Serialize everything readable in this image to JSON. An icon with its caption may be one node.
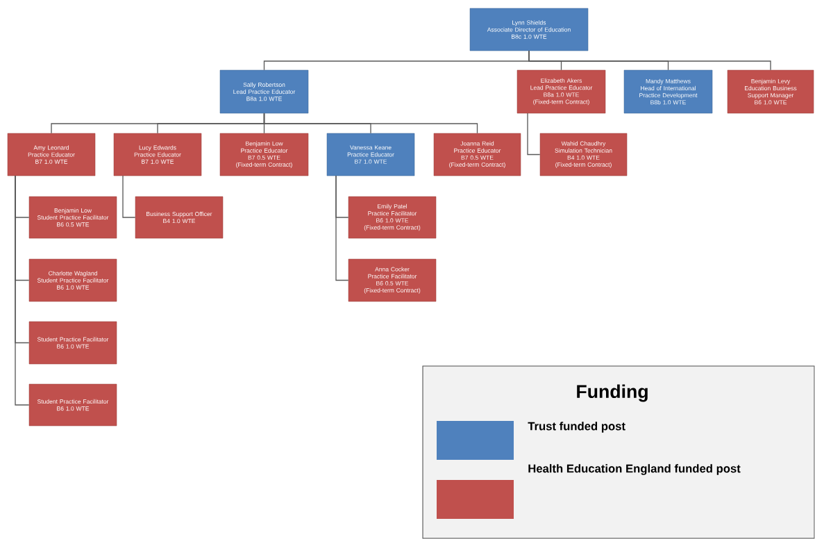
{
  "diagram": {
    "nodes": [
      {
        "text": [
          "Lynn Shields",
          "Associate Director of Education",
          "B8c 1.0 WTE"
        ]
      },
      {
        "text": [
          "Sally Robertson",
          "Lead Practice Educator",
          "B8a 1.0 WTE"
        ]
      },
      {
        "text": [
          "Elizabeth Akers",
          "Lead Practice Educator",
          "B8a 1.0 WTE",
          "(Fixed-term Contract)"
        ]
      },
      {
        "text": [
          "Mandy Matthews",
          "Head of International Practice Development",
          "B8b 1.0 WTE"
        ]
      },
      {
        "text": [
          "Benjamin Levy",
          "Education Business Support Manager",
          "B6 1.0 WTE"
        ]
      },
      {
        "text": [
          "Amy Leonard",
          "Practice Educator",
          "B7 1.0 WTE"
        ]
      },
      {
        "text": [
          "Lucy Edwards",
          "Practice Educator",
          "B7 1.0 WTE"
        ]
      },
      {
        "text": [
          "Benjamin Low",
          "Practice Educator",
          "B7 0.5 WTE",
          "(Fixed-term Contract)"
        ]
      },
      {
        "text": [
          "Vanessa Keane",
          "Practice Educator",
          "B7 1.0 WTE"
        ]
      },
      {
        "text": [
          "Joanna Reid",
          "Practice Educator",
          "B7 0.5 WTE",
          "(Fixed-term Contract)"
        ]
      },
      {
        "text": [
          "Wahid Chaudhry",
          "Simulation Technician",
          "B4 1.0 WTE",
          "(Fixed-term Contract)"
        ]
      },
      {
        "text": [
          "Benjamin Low",
          "Student Practice Facilitator",
          "B6 0.5 WTE"
        ]
      },
      {
        "text": [
          "Charlotte Wagland",
          "Student Practice Facilitator",
          "B6 1.0 WTE"
        ]
      },
      {
        "text": [
          "Student Practice Facilitator",
          "B6 1.0 WTE"
        ]
      },
      {
        "text": [
          "Student Practice Facilitator",
          "B6 1.0 WTE"
        ]
      },
      {
        "text": [
          "Business Support Officer",
          "B4 1.0 WTE"
        ]
      },
      {
        "text": [
          "Emily Patel",
          "Practice Facilitator",
          "B6 1.0 WTE",
          "(Fixed-term Contract)"
        ]
      },
      {
        "text": [
          "Anna Cocker",
          "Practice Facilitator",
          "B6 0.5 WTE",
          "(Fixed-term Contract)"
        ]
      }
    ],
    "edges": [
      {
        "from": 0,
        "to": 1,
        "arrow": "none"
      },
      {
        "from": 0,
        "to": 2,
        "arrow": "none"
      },
      {
        "from": 0,
        "to": 3,
        "arrow": "none"
      },
      {
        "from": 0,
        "to": 4,
        "arrow": "none"
      },
      {
        "from": 1,
        "to": 5,
        "arrow": "none"
      },
      {
        "from": 1,
        "to": 6,
        "arrow": "none"
      },
      {
        "from": 1,
        "to": 7,
        "arrow": "none"
      },
      {
        "from": 1,
        "to": 8,
        "arrow": "none"
      },
      {
        "from": 1,
        "to": 9,
        "arrow": "none"
      },
      {
        "from": 2,
        "to": 10,
        "arrow": "none"
      },
      {
        "from": 5,
        "to": 11,
        "arrow": "none"
      },
      {
        "from": 5,
        "to": 12,
        "arrow": "none"
      },
      {
        "from": 5,
        "to": 13,
        "arrow": "none"
      },
      {
        "from": 5,
        "to": 14,
        "arrow": "none"
      },
      {
        "from": 6,
        "to": 15,
        "arrow": "none"
      },
      {
        "from": 8,
        "to": 16,
        "arrow": "none"
      },
      {
        "from": 8,
        "to": 17,
        "arrow": "none"
      }
    ],
    "labels": [
      "Funding"
    ],
    "legend": [
      {
        "text": "Trust funded post",
        "color": "#4f81bd"
      },
      {
        "text": "Health Education England funded post",
        "color": "#c0504d"
      }
    ]
  }
}
